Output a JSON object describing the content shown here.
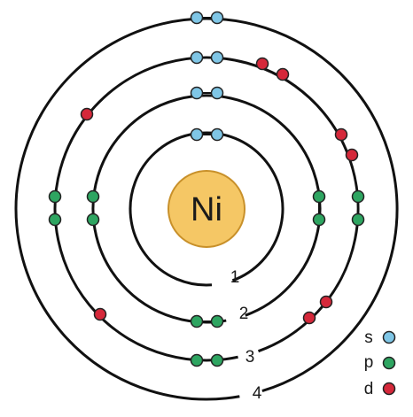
{
  "nucleus": {
    "symbol": "Ni",
    "fill": "#f5c765"
  },
  "shells": [
    {
      "number": "1",
      "s": 2,
      "p": 0,
      "d": 0
    },
    {
      "number": "2",
      "s": 2,
      "p": 6,
      "d": 0
    },
    {
      "number": "3",
      "s": 2,
      "p": 6,
      "d": 8
    },
    {
      "number": "4",
      "s": 2,
      "p": 0,
      "d": 0
    }
  ],
  "legend": [
    {
      "label": "s",
      "color": "#7fc6e6",
      "icon": "s-orbital-dot-icon"
    },
    {
      "label": "p",
      "color": "#2ea561",
      "icon": "p-orbital-dot-icon"
    },
    {
      "label": "d",
      "color": "#d5283a",
      "icon": "d-orbital-dot-icon"
    }
  ]
}
